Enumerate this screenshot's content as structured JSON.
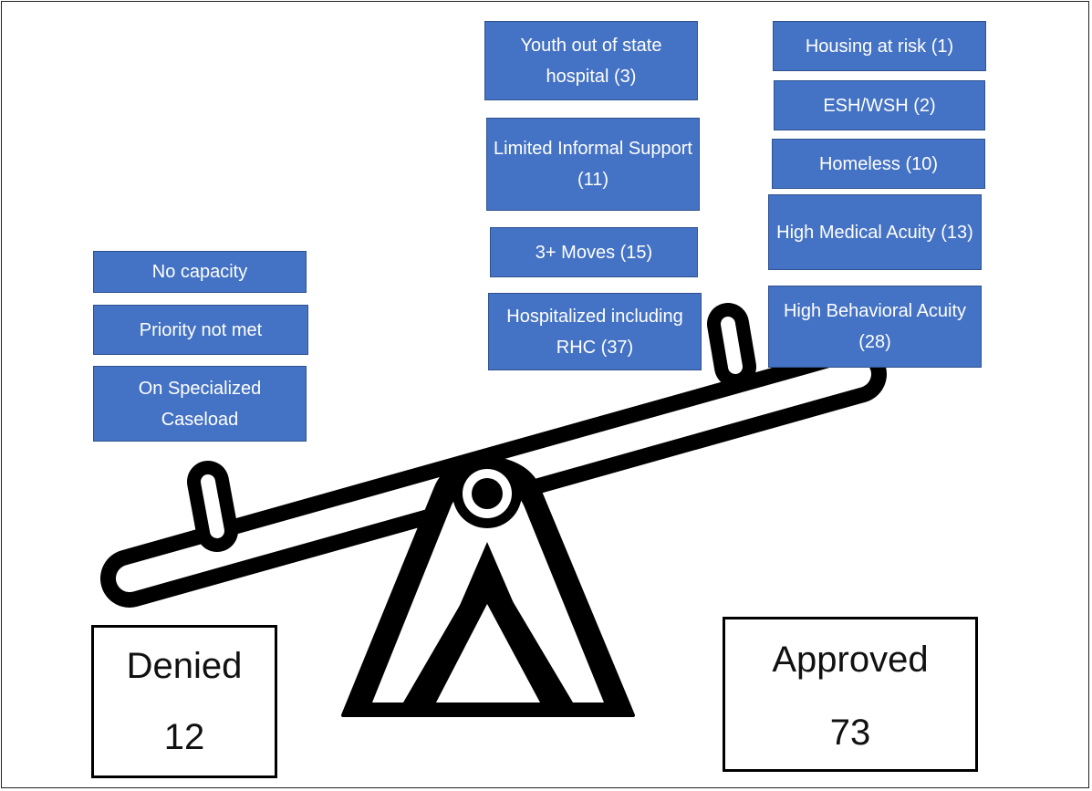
{
  "denied_factors": [
    {
      "label": "No capacity"
    },
    {
      "label": "Priority not met"
    },
    {
      "label": "On Specialized Caseload"
    }
  ],
  "approved_factors": [
    {
      "label": "Youth out of state hospital (3)"
    },
    {
      "label": "Limited Informal Support (11)"
    },
    {
      "label": "3+ Moves (15)"
    },
    {
      "label": "Hospitalized including RHC (37)"
    },
    {
      "label": "Housing at risk (1)"
    },
    {
      "label": "ESH/WSH (2)"
    },
    {
      "label": "Homeless (10)"
    },
    {
      "label": "High Medical Acuity (13)"
    },
    {
      "label": "High Behavioral Acuity (28)"
    }
  ],
  "denied": {
    "label": "Denied",
    "count": "12"
  },
  "approved": {
    "label": "Approved",
    "count": "73"
  },
  "colors": {
    "factor_fill": "#4472c4",
    "factor_text": "#ffffff",
    "seesaw": "#000000"
  }
}
